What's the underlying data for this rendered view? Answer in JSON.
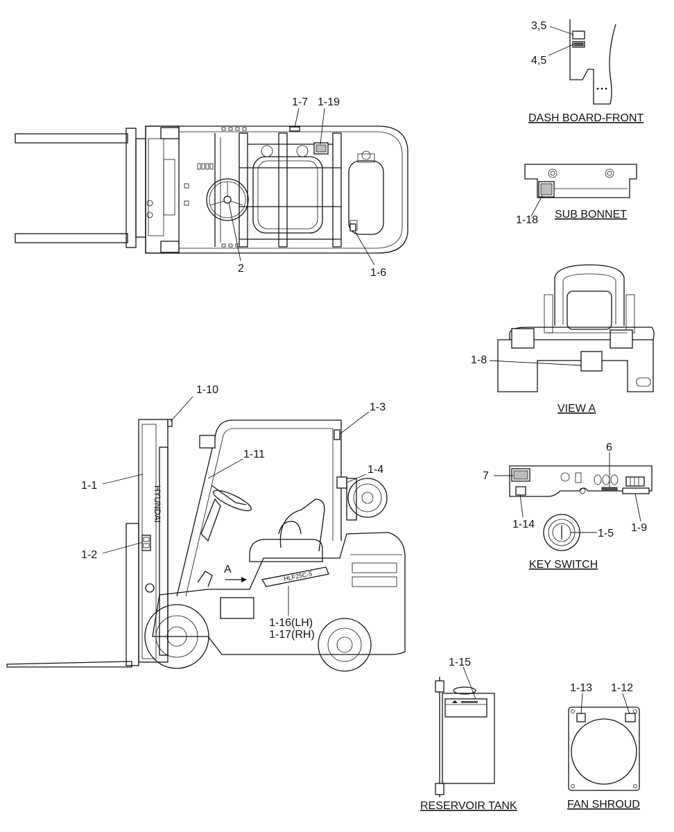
{
  "titles": {
    "dash_board_front": "DASH BOARD-FRONT",
    "sub_bonnet": "SUB BONNET",
    "view_a": "VIEW A",
    "key_switch": "KEY SWITCH",
    "reservoir_tank": "RESERVOIR TANK",
    "fan_shroud": "FAN SHROUD"
  },
  "callouts": {
    "top_1_7": "1-7",
    "top_1_19": "1-19",
    "top_2": "2",
    "top_1_6": "1-6",
    "dash_3_5": "3,5",
    "dash_4_5": "4,5",
    "sub_1_18": "1-18",
    "view_1_8": "1-8",
    "side_1_10": "1-10",
    "side_1_1": "1-1",
    "side_1_2": "1-2",
    "side_1_11": "1-11",
    "side_1_3": "1-3",
    "side_1_4": "1-4",
    "side_1_16": "1-16(LH)",
    "side_1_17": "1-17(RH)",
    "side_a": "A",
    "key_7": "7",
    "key_6": "6",
    "key_1_14": "1-14",
    "key_1_5": "1-5",
    "key_1_9": "1-9",
    "res_1_15": "1-15",
    "fan_1_13": "1-13",
    "fan_1_12": "1-12"
  },
  "decals": {
    "mast_brand": "HYUNDAI",
    "model_badge": "HLF25C-5"
  },
  "colors": {
    "line": "#111111",
    "background": "#ffffff"
  }
}
